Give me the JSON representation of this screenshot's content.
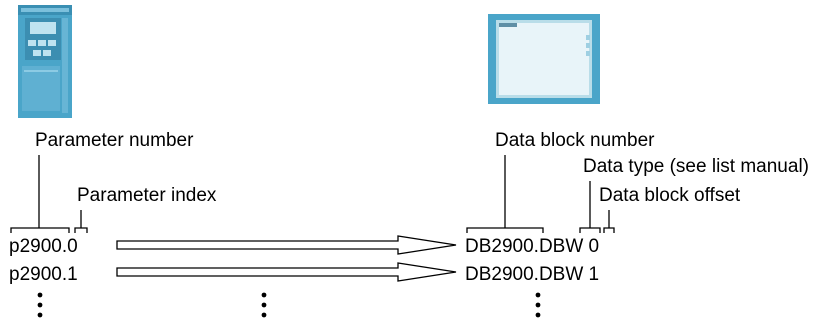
{
  "left_device": {
    "icon": "drive-unit-icon"
  },
  "right_device": {
    "icon": "hmi-panel-icon"
  },
  "labels": {
    "parameter_number": "Parameter number",
    "parameter_index": "Parameter index",
    "data_block_number": "Data block number",
    "data_type": "Data type (see list manual)",
    "data_block_offset": "Data block offset"
  },
  "mappings": [
    {
      "parameter": "p2900.0",
      "data_block": "DB2900.DBW 0"
    },
    {
      "parameter": "p2900.1",
      "data_block": "DB2900.DBW 1"
    }
  ],
  "colors": {
    "device_blue": "#4aa5c9",
    "screen_blue": "#b9dde9"
  }
}
